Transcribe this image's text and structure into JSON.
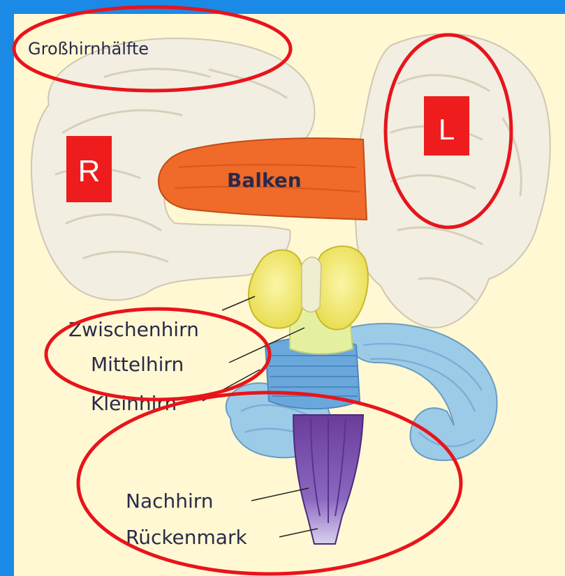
{
  "labels": {
    "grosshirn": "Großhirnhälfte",
    "balken": "Balken",
    "right": "R",
    "left": "L",
    "zwischenhirn": "Zwischenhirn",
    "mittelhirn": "Mittelhirn",
    "kleinhirn": "Kleinhirn",
    "nachhirn": "Nachhirn",
    "rueckenmark": "Rückenmark"
  },
  "colors": {
    "frame": "#1a8ae6",
    "paper": "#fff8d2",
    "cerebrum": "#f2eee2",
    "balken": "#f06a2a",
    "zwischenhirn": "#f2ec7a",
    "mittelhirn": "#e4f0a0",
    "kleinhirn": "#9ccbe8",
    "kleinhirn_dark": "#6aa8dc",
    "nachhirn": "#6a3c9a",
    "rueckenmark": "#b8b0dc",
    "highlight": "#e8141c",
    "badge": "#ee1c1c"
  }
}
